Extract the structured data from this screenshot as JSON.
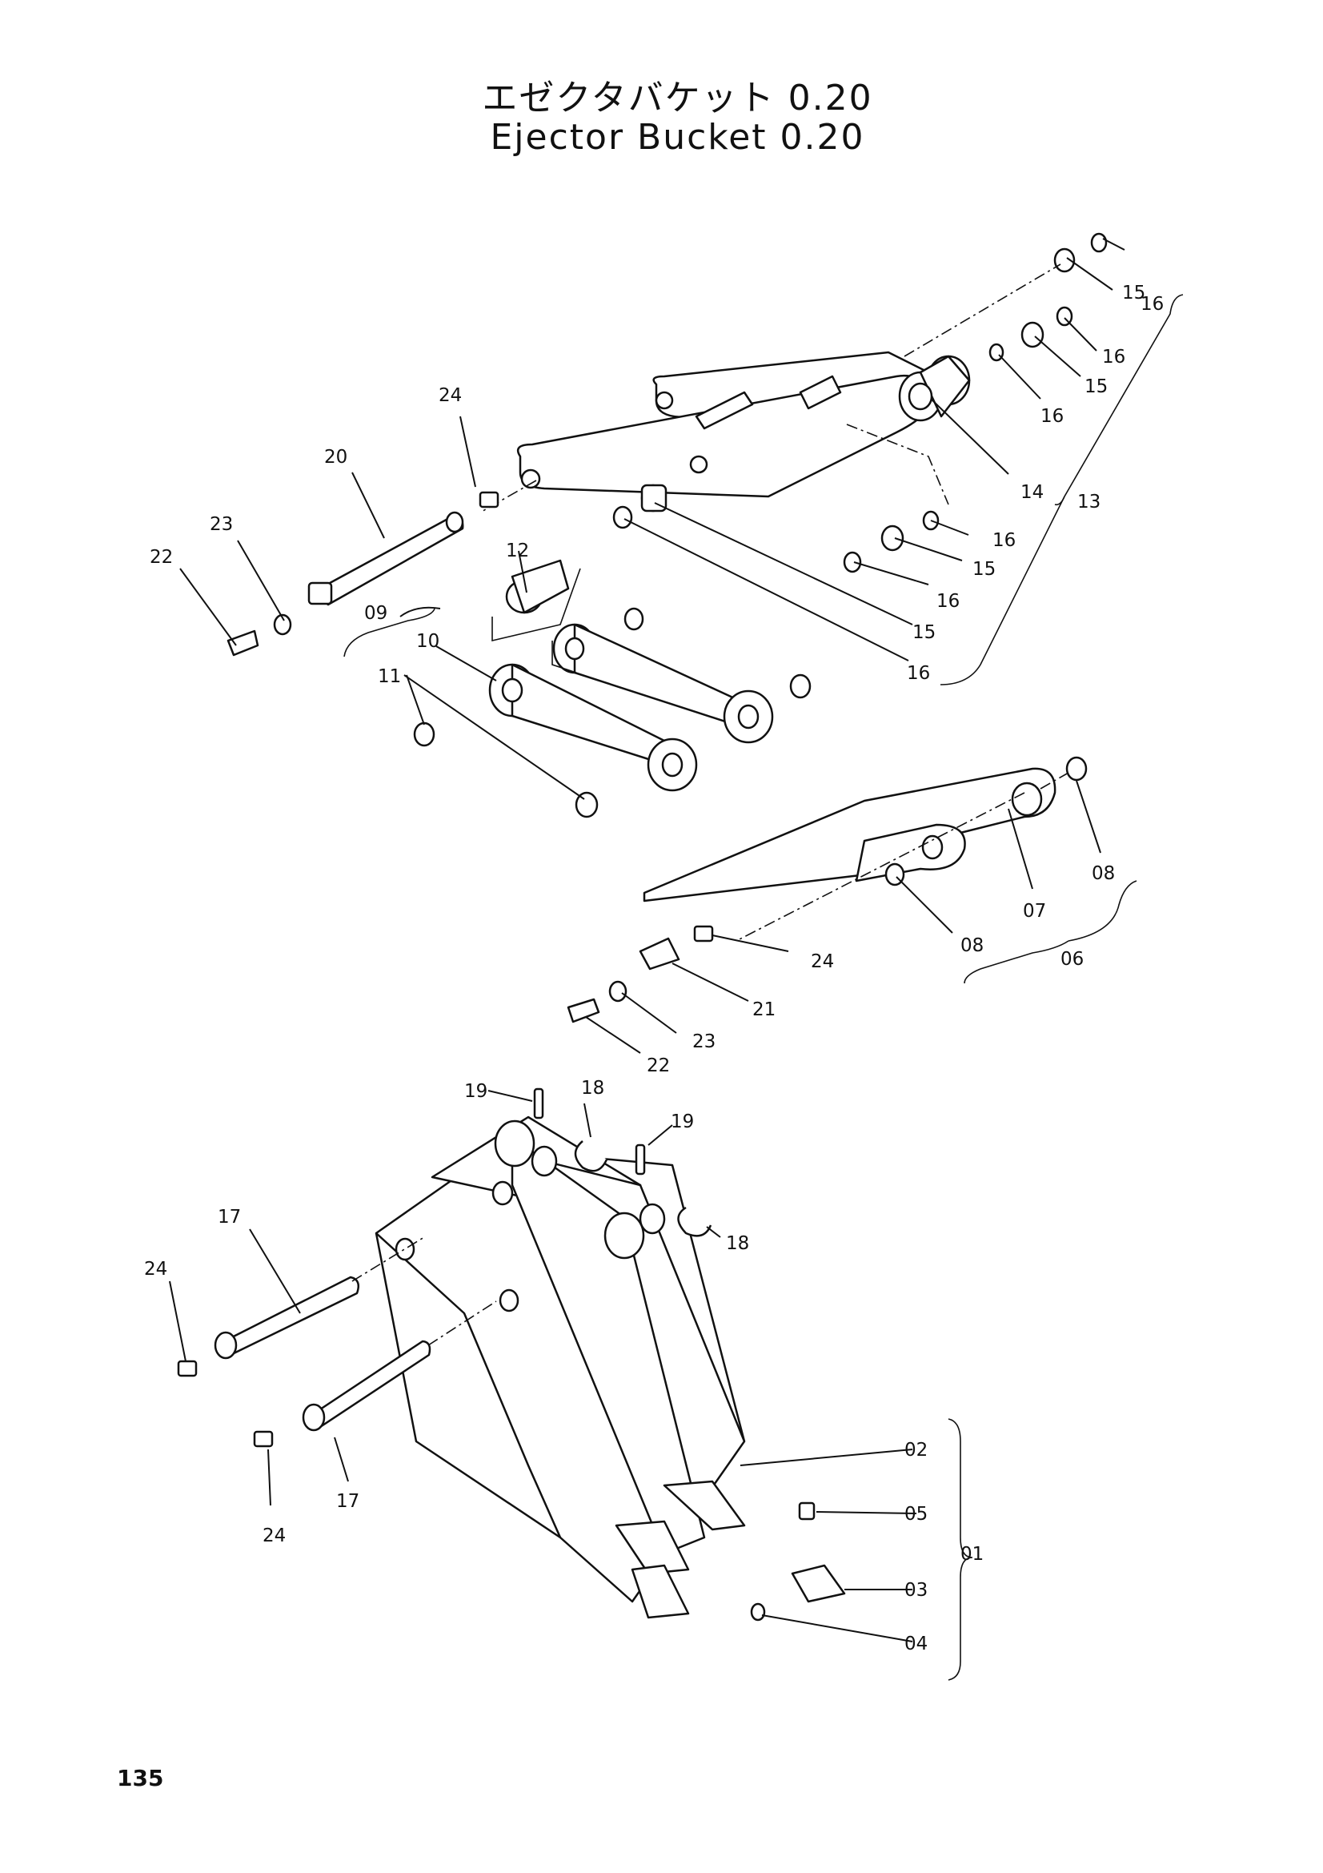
{
  "title_ja": "エゼクタバケット 0.20",
  "title_en": "Ejector Bucket 0.20",
  "page_number": "135",
  "callouts": {
    "p01": "01",
    "p02": "02",
    "p03": "03",
    "p04": "04",
    "p05": "05",
    "p06": "06",
    "p07": "07",
    "p08a": "08",
    "p08b": "08",
    "p09": "09",
    "p10": "10",
    "p11": "11",
    "p12": "12",
    "p13": "13",
    "p14": "14",
    "p15a": "15",
    "p15b": "15",
    "p15c": "15",
    "p15d": "15",
    "p16a": "16",
    "p16b": "16",
    "p16c": "16",
    "p16d": "16",
    "p16e": "16",
    "p16f": "16",
    "p17a": "17",
    "p17b": "17",
    "p18a": "18",
    "p18b": "18",
    "p19a": "19",
    "p19b": "19",
    "p20": "20",
    "p21": "21",
    "p22a": "22",
    "p22b": "22",
    "p23a": "23",
    "p23b": "23",
    "p24a": "24",
    "p24b": "24",
    "p24c": "24",
    "p24d": "24"
  }
}
